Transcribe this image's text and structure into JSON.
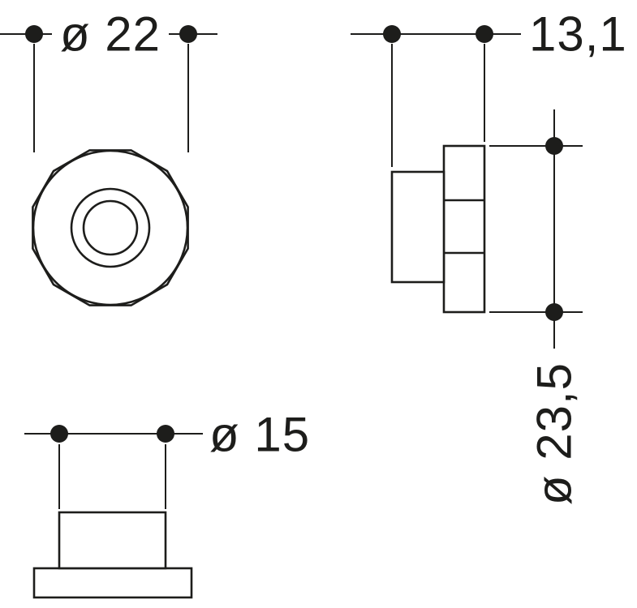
{
  "colors": {
    "line": "#1d1d1b",
    "background": "#ffffff"
  },
  "dims": {
    "front_diameter": "ø 22",
    "depth": "13,1",
    "body_diameter": "ø 15",
    "flange_diameter": "ø 23,5"
  }
}
